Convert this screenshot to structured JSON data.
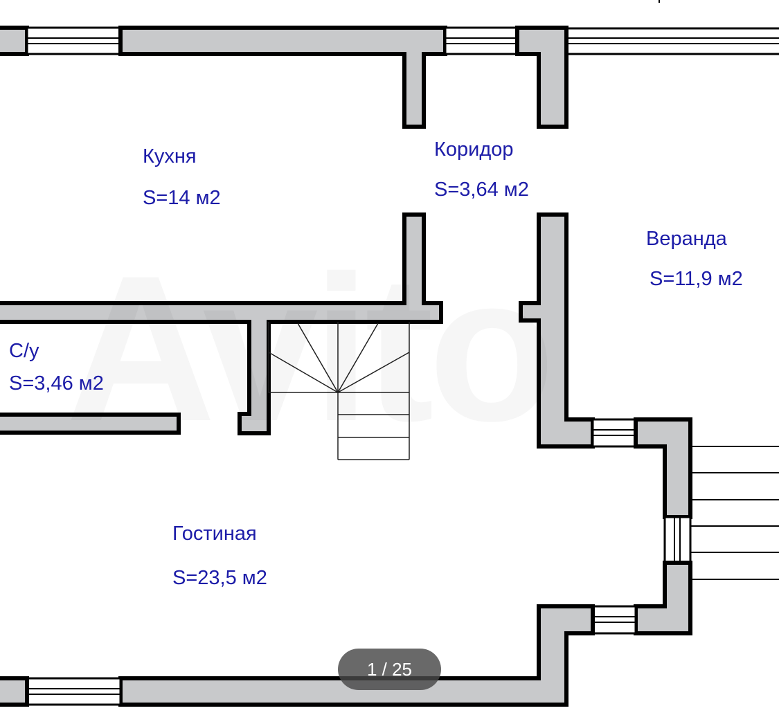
{
  "viewer": {
    "counter": "1 / 25",
    "current_index": 1,
    "total": 25,
    "watermark": "Avito"
  },
  "plan": {
    "colors": {
      "wall_fill": "#c8c9cb",
      "wall_stroke": "#000000",
      "label_text": "#1c1ca8",
      "background": "#ffffff"
    },
    "rooms": [
      {
        "name": "Кухня",
        "area": "S=14 м2"
      },
      {
        "name": "Коридор",
        "area": "S=3,64 м2"
      },
      {
        "name": "Веранда",
        "area": "S=11,9 м2"
      },
      {
        "name": "С/у",
        "area": "S=3,46 м2"
      },
      {
        "name": "Гостиная",
        "area": "S=23,5 м2"
      }
    ]
  }
}
